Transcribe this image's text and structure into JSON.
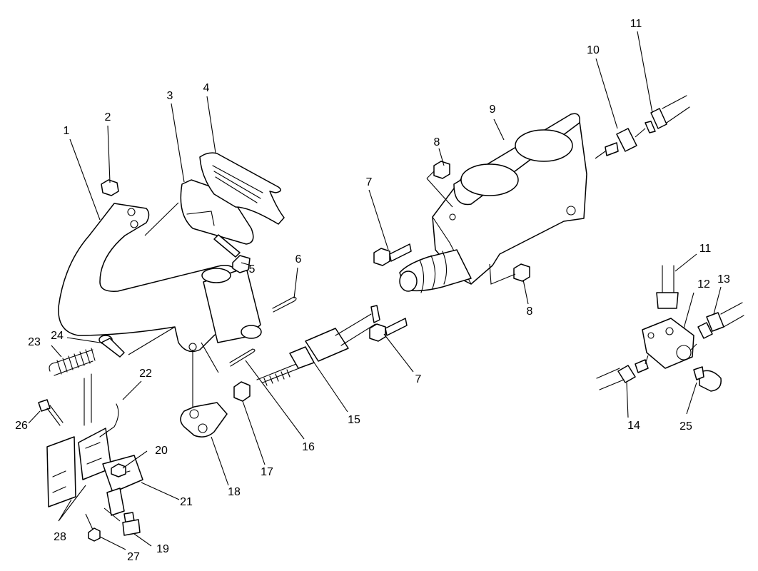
{
  "callouts": {
    "c1": "1",
    "c2": "2",
    "c3": "3",
    "c4": "4",
    "c5": "5",
    "c6": "6",
    "c7a": "7",
    "c7b": "7",
    "c8a": "8",
    "c8b": "8",
    "c9": "9",
    "c10": "10",
    "c11a": "11",
    "c11b": "11",
    "c12": "12",
    "c13": "13",
    "c14": "14",
    "c15": "15",
    "c16": "16",
    "c17": "17",
    "c18": "18",
    "c19": "19",
    "c20": "20",
    "c21": "21",
    "c22": "22",
    "c23": "23",
    "c24": "24",
    "c25": "25",
    "c26": "26",
    "c27": "27",
    "c28a": "28"
  },
  "colors": {
    "line": "#000000",
    "background": "#ffffff"
  }
}
